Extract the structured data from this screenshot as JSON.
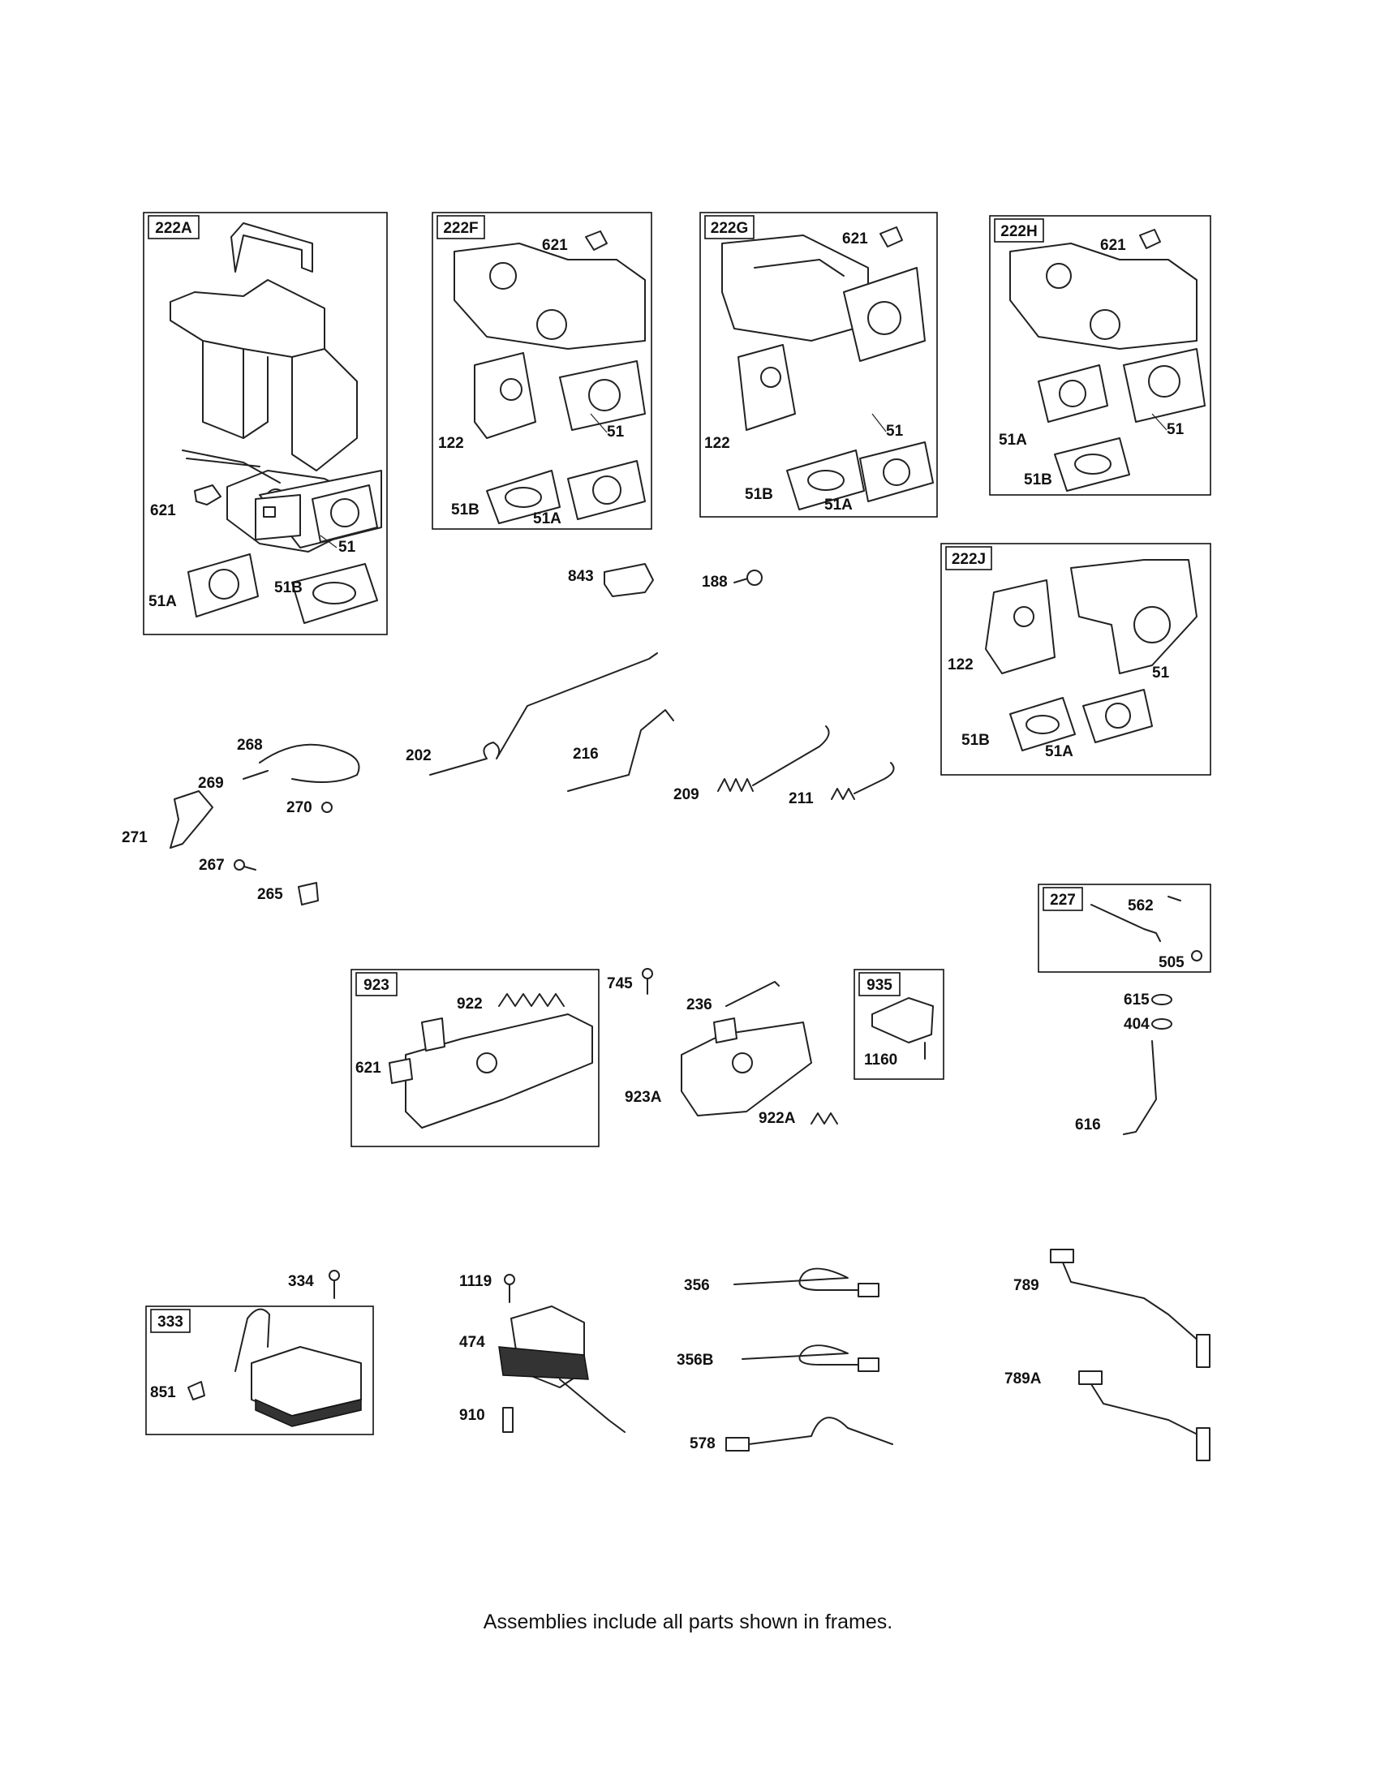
{
  "frames": {
    "f222A": "222A",
    "f222F": "222F",
    "f222G": "222G",
    "f222H": "222H",
    "f222J": "222J",
    "f227": "227",
    "f923": "923",
    "f935": "935",
    "f333": "333"
  },
  "parts": {
    "p621a": "621",
    "p51a": "51",
    "p51A_a": "51A",
    "p51B_a": "51B",
    "p621f": "621",
    "p122f": "122",
    "p51f": "51",
    "p51Bf": "51B",
    "p51Af": "51A",
    "p621g": "621",
    "p122g": "122",
    "p51g": "51",
    "p51Bg": "51B",
    "p51Ag": "51A",
    "p621h": "621",
    "p51Ah": "51A",
    "p51h": "51",
    "p51Bh": "51B",
    "p843": "843",
    "p188": "188",
    "p122j": "122",
    "p51j": "51",
    "p51Bj": "51B",
    "p51Aj": "51A",
    "p268": "268",
    "p269": "269",
    "p270": "270",
    "p271": "271",
    "p267": "267",
    "p265": "265",
    "p202": "202",
    "p216": "216",
    "p209": "209",
    "p211": "211",
    "p562": "562",
    "p505": "505",
    "p922": "922",
    "p621m": "621",
    "p745": "745",
    "p236": "236",
    "p923A": "923A",
    "p922A": "922A",
    "p1160": "1160",
    "p615": "615",
    "p404": "404",
    "p616": "616",
    "p334": "334",
    "p851": "851",
    "p1119": "1119",
    "p474": "474",
    "p910": "910",
    "p356": "356",
    "p356B": "356B",
    "p578": "578",
    "p789": "789",
    "p789A": "789A"
  },
  "footer": "Assemblies include all parts shown in frames."
}
